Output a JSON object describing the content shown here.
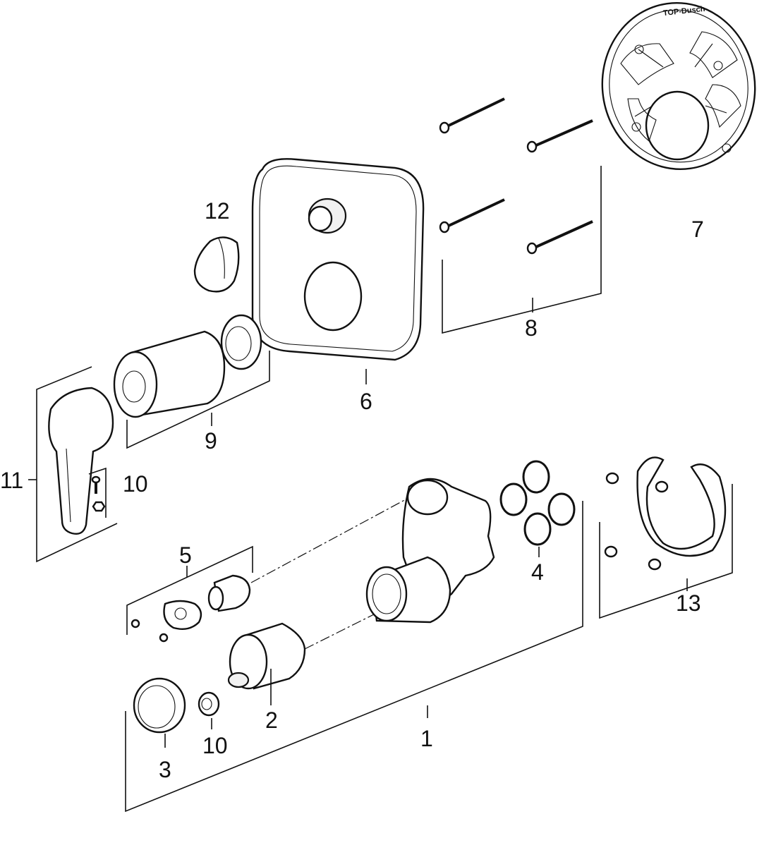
{
  "diagram": {
    "callouts": [
      {
        "id": "1",
        "label": "1"
      },
      {
        "id": "2",
        "label": "2"
      },
      {
        "id": "3",
        "label": "3"
      },
      {
        "id": "4",
        "label": "4"
      },
      {
        "id": "5",
        "label": "5"
      },
      {
        "id": "6",
        "label": "6"
      },
      {
        "id": "7",
        "label": "7"
      },
      {
        "id": "8",
        "label": "8"
      },
      {
        "id": "9",
        "label": "9"
      },
      {
        "id": "10a",
        "label": "10"
      },
      {
        "id": "10b",
        "label": "10"
      },
      {
        "id": "11",
        "label": "11"
      },
      {
        "id": "12",
        "label": "12"
      },
      {
        "id": "13",
        "label": "13"
      }
    ],
    "stamp_text": "TOP-Dusch"
  }
}
